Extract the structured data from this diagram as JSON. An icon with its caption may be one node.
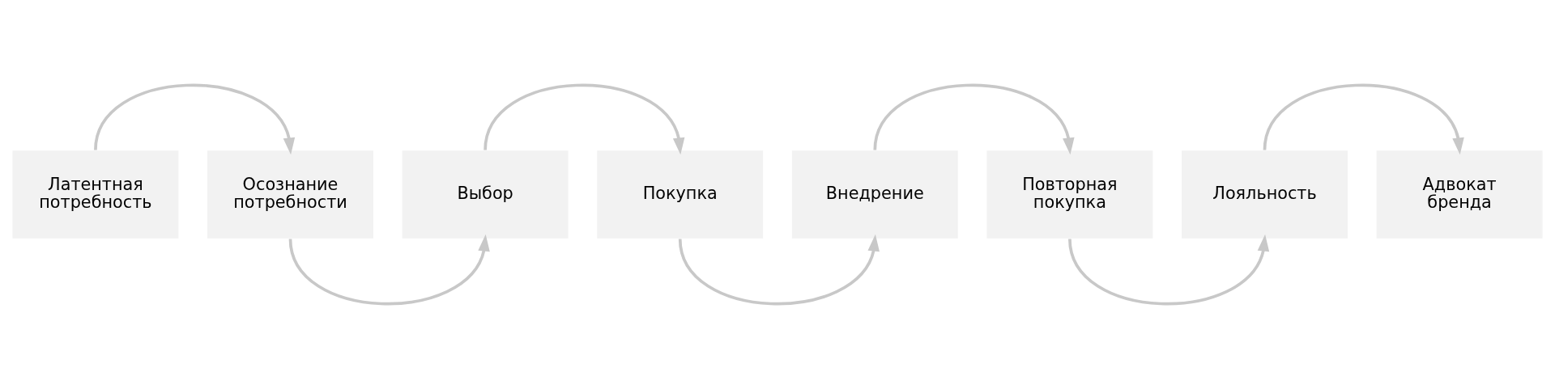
{
  "diagram": {
    "nodes": [
      {
        "text": [
          "Латентная потребность"
        ]
      },
      {
        "text": [
          "Осознание потребности"
        ]
      },
      {
        "text": [
          "Выбор"
        ]
      },
      {
        "text": [
          "Покупка"
        ]
      },
      {
        "text": [
          "Внедрение"
        ]
      },
      {
        "text": [
          "Повторная покупка"
        ]
      },
      {
        "text": [
          "Лояльность"
        ]
      },
      {
        "text": [
          "Адвокат бренда"
        ]
      }
    ],
    "edges": [
      {
        "from": 0,
        "to": 1,
        "arrow": "to"
      },
      {
        "from": 1,
        "to": 2,
        "arrow": "to"
      },
      {
        "from": 2,
        "to": 3,
        "arrow": "to"
      },
      {
        "from": 3,
        "to": 4,
        "arrow": "to"
      },
      {
        "from": 4,
        "to": 5,
        "arrow": "to"
      },
      {
        "from": 5,
        "to": 6,
        "arrow": "to"
      },
      {
        "from": 6,
        "to": 7,
        "arrow": "to"
      }
    ]
  }
}
